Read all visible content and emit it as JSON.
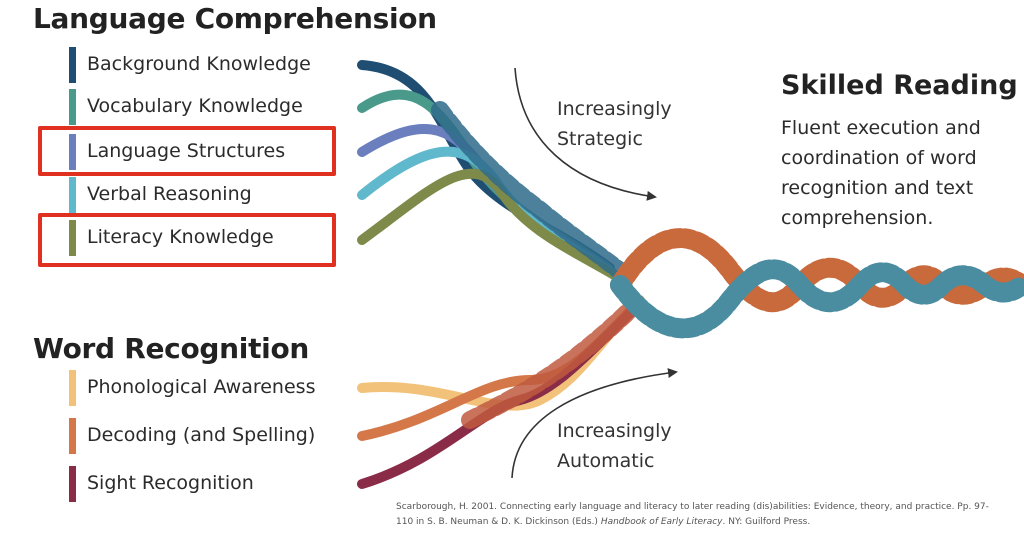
{
  "language_comprehension": {
    "heading": "Language Comprehension",
    "strands": [
      {
        "label": "Background Knowledge",
        "color": "#1f4e72",
        "highlighted": false
      },
      {
        "label": "Vocabulary Knowledge",
        "color": "#4a9a8c",
        "highlighted": false
      },
      {
        "label": "Language Structures",
        "color": "#6b7fbf",
        "highlighted": true
      },
      {
        "label": "Verbal Reasoning",
        "color": "#5fb8cc",
        "highlighted": false
      },
      {
        "label": "Literacy Knowledge",
        "color": "#7d8a4a",
        "highlighted": true
      }
    ]
  },
  "word_recognition": {
    "heading": "Word Recognition",
    "strands": [
      {
        "label": "Phonological Awareness",
        "color": "#f2c27a"
      },
      {
        "label": "Decoding (and Spelling)",
        "color": "#d4784a"
      },
      {
        "label": "Sight Recognition",
        "color": "#8a2c48"
      }
    ]
  },
  "arrows": {
    "strategic": "Increasingly\nStrategic",
    "automatic": "Increasingly\nAutomatic"
  },
  "skilled_reading": {
    "title": "Skilled Reading",
    "description": "Fluent execution and coordination of word recognition and text comprehension."
  },
  "citation": {
    "pre": "Scarborough,  H. 2001. Connecting early language and literacy to later reading (dis)abilities: Evidence, theory, and practice. Pp. 97-110 in S. B. Neuman & D. K. Dickinson (Eds.) ",
    "book": "Handbook of Early Literacy",
    "post": ". NY: Guilford Press."
  },
  "colors": {
    "highlight": "#e03020",
    "braid_upper": [
      "#1f4e72",
      "#4a9a8c",
      "#6b7fbf",
      "#5fb8cc",
      "#7d8a4a"
    ],
    "braid_lower": [
      "#f2c27a",
      "#d4784a",
      "#8a2c48"
    ]
  }
}
